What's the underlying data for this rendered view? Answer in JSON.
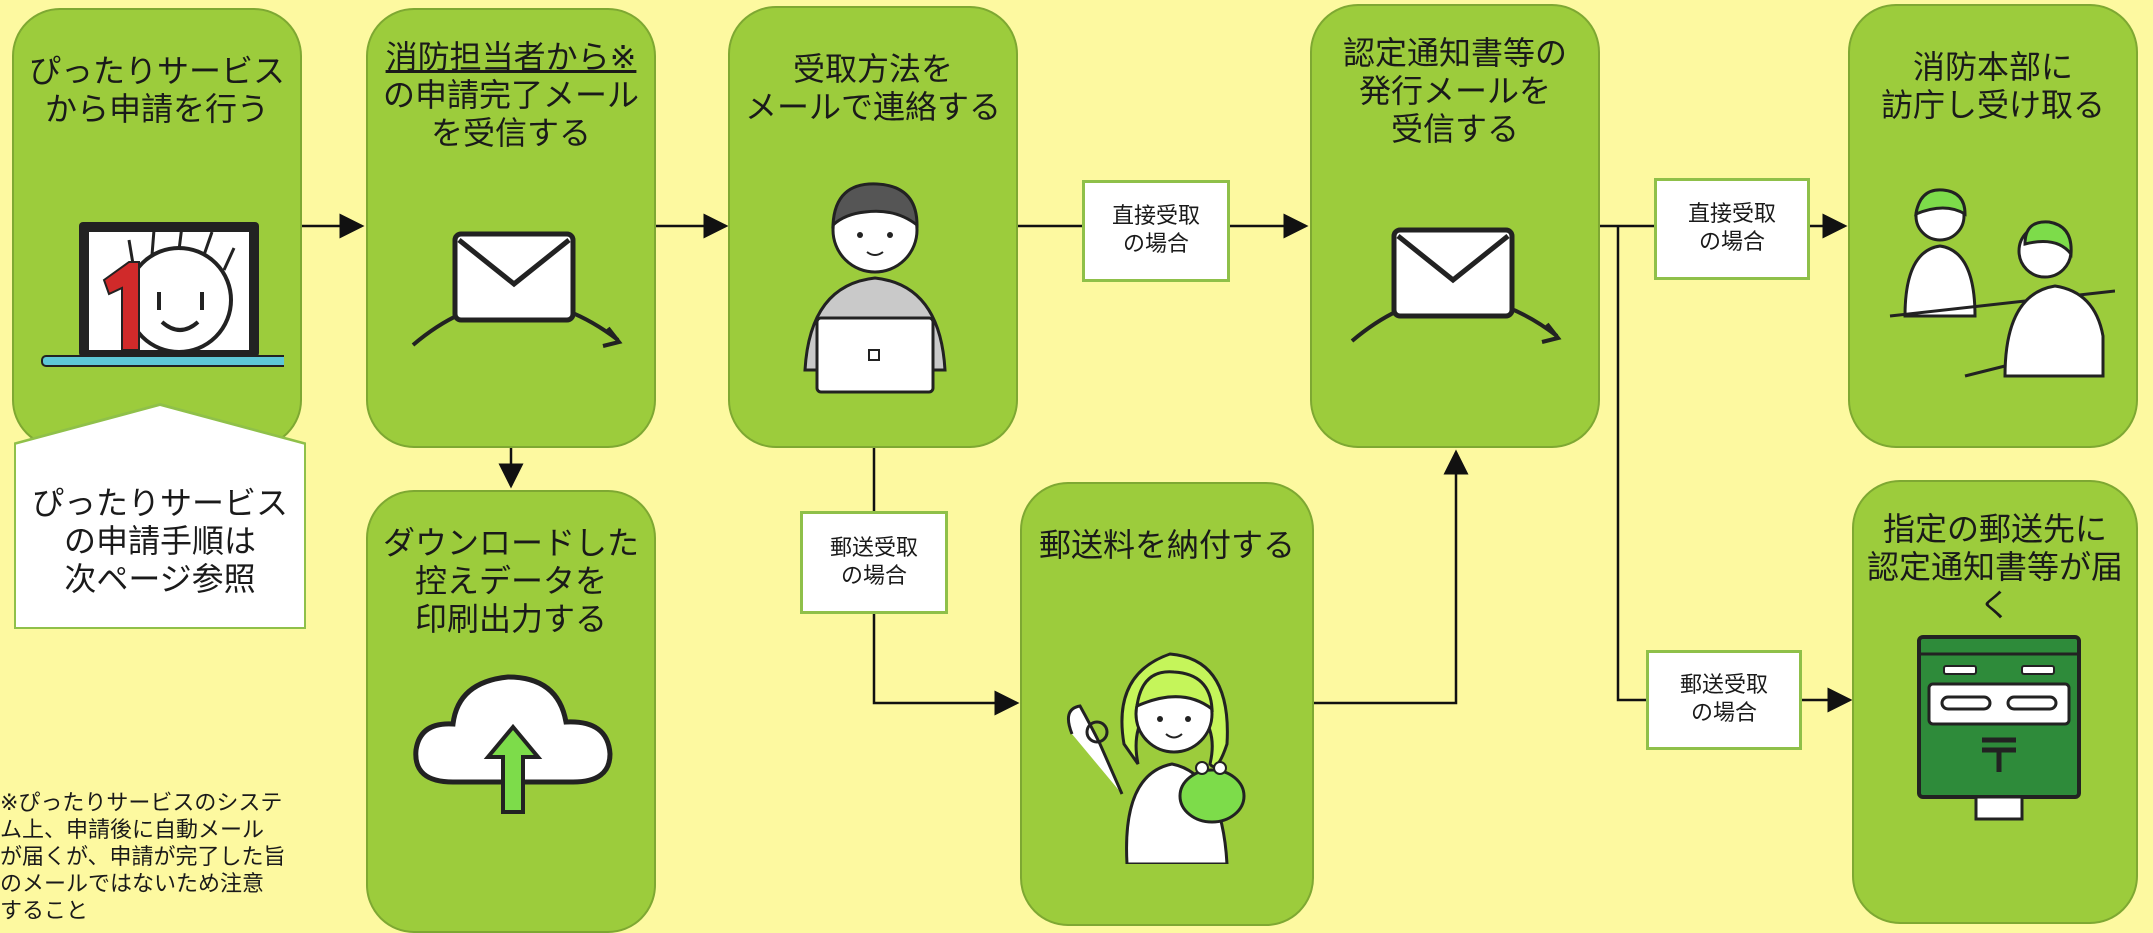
{
  "steps": {
    "apply": "ぴったりサービス\nから申請を行う",
    "receive_mail_line1": "消防担当者から※",
    "receive_mail_line2": "の申請完了メール\nを受信する",
    "contact": "受取方法を\nメールで連絡する",
    "issue_mail": "認定通知書等の\n発行メールを\n受信する",
    "visit": "消防本部に\n訪庁し受け取る",
    "download": "ダウンロードした\n控えデータを\n印刷出力する",
    "pay": "郵送料を納付する",
    "delivered": "指定の郵送先に\n認定通知書等が届く"
  },
  "labels": {
    "direct_1": "直接受取\nの場合",
    "direct_2": "直接受取\nの場合",
    "post_1": "郵送受取\nの場合",
    "post_2": "郵送受取\nの場合"
  },
  "callout": "ぴったりサービス\nの申請手順は\n次ページ参照",
  "footnote": "※ぴったりサービスのシステ\nム上、申請後に自動メール\nが届くが、申請が完了した旨\nのメールではないため注意\nすること",
  "icons": {
    "apply": "laptop-mascot-icon",
    "receive_mail": "envelope-icon",
    "contact": "person-laptop-icon",
    "issue_mail": "envelope-icon",
    "visit": "counter-meeting-icon",
    "download": "cloud-upload-icon",
    "pay": "person-purse-icon",
    "delivered": "postbox-icon"
  },
  "colors": {
    "background": "#fdf9a0",
    "box": "#9ccc3c",
    "label_border": "#8fc049",
    "postbox": "#2e8b3a"
  }
}
